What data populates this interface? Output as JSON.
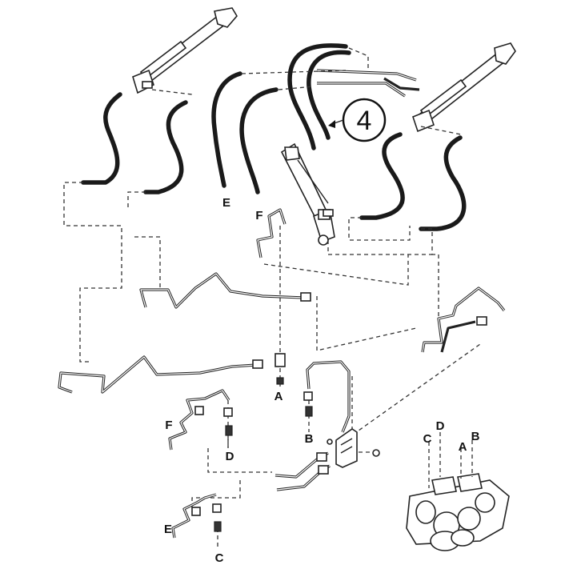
{
  "callout": {
    "number": "4"
  },
  "labels": {
    "e_hose": "E",
    "f_hose": "F",
    "f_tube": "F",
    "e_tube": "E",
    "a_port": "A",
    "b_port": "B",
    "c_port": "C",
    "d_port": "D",
    "valve_a": "A",
    "valve_b": "B",
    "valve_c": "C",
    "valve_d": "D"
  }
}
